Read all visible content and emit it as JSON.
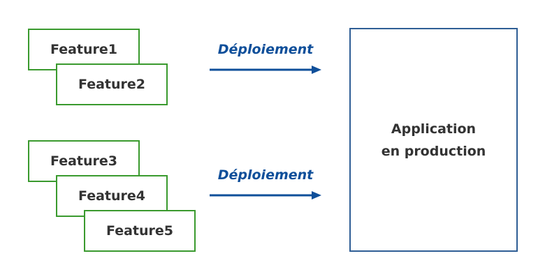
{
  "features": [
    "Feature1",
    "Feature2",
    "Feature3",
    "Feature4",
    "Feature5"
  ],
  "deployments": [
    "Déploiement",
    "Déploiement"
  ],
  "application": {
    "line1": "Application",
    "line2": "en production"
  },
  "colors": {
    "feature_border": "#3a9a2e",
    "arrow": "#0f4f9a",
    "label": "#0f4f9a",
    "app_border": "#2f5e95",
    "text": "#333333"
  }
}
